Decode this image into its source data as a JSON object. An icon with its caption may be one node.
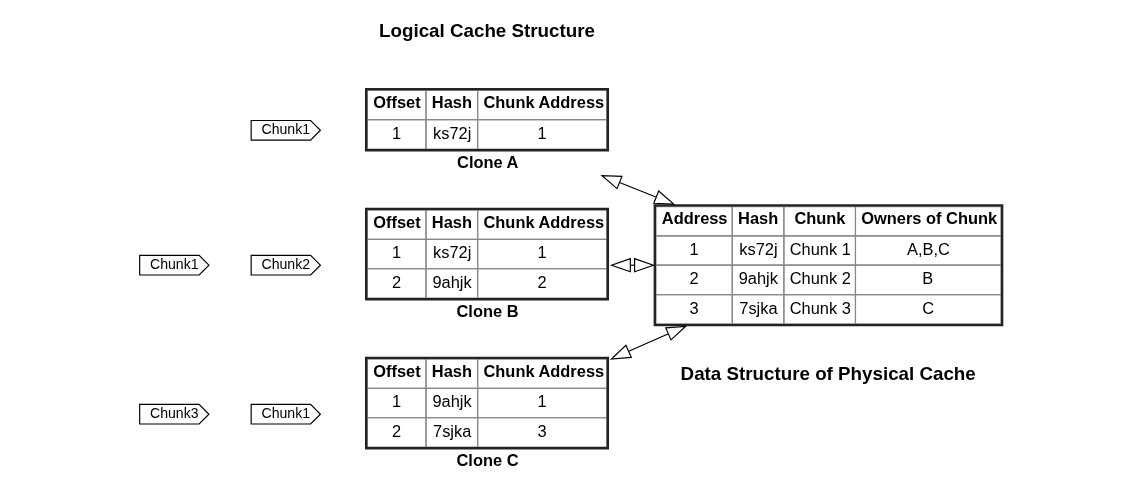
{
  "diagram": {
    "nodes": [
      {
        "text": [
          "Chunk1"
        ]
      },
      {
        "text": [
          "Offset",
          "Hash",
          "Chunk Address",
          "1",
          "ks72j",
          "1"
        ],
        "beside": [
          "Clone A"
        ]
      },
      {
        "text": [
          "Chunk1"
        ]
      },
      {
        "text": [
          "Chunk2"
        ]
      },
      {
        "text": [
          "Offset",
          "Hash",
          "Chunk Address",
          "1",
          "ks72j",
          "1",
          "2",
          "9ahjk",
          "2"
        ],
        "beside": [
          "Clone B"
        ]
      },
      {
        "text": [
          "Chunk3"
        ]
      },
      {
        "text": [
          "Chunk1"
        ]
      },
      {
        "text": [
          "Offset",
          "Hash",
          "Chunk Address",
          "1",
          "9ahjk",
          "1",
          "2",
          "7sjka",
          "3"
        ],
        "beside": [
          "Clone C"
        ]
      },
      {
        "text": [
          "Address",
          "Hash",
          "Chunk",
          "Owners of Chunk",
          "1",
          "ks72j",
          "Chunk 1",
          "A,B,C",
          "2",
          "9ahjk",
          "Chunk 2",
          "B",
          "3",
          "7sjka",
          "Chunk 3",
          "C"
        ]
      }
    ],
    "edges": [
      {
        "from": 1,
        "to": 8,
        "arrow": "both"
      },
      {
        "from": 4,
        "to": 8,
        "arrow": "both"
      },
      {
        "from": 7,
        "to": 8,
        "arrow": "both"
      }
    ],
    "labels": [
      "Logical Cache Structure",
      "Data Structure of Physical Cache"
    ]
  }
}
